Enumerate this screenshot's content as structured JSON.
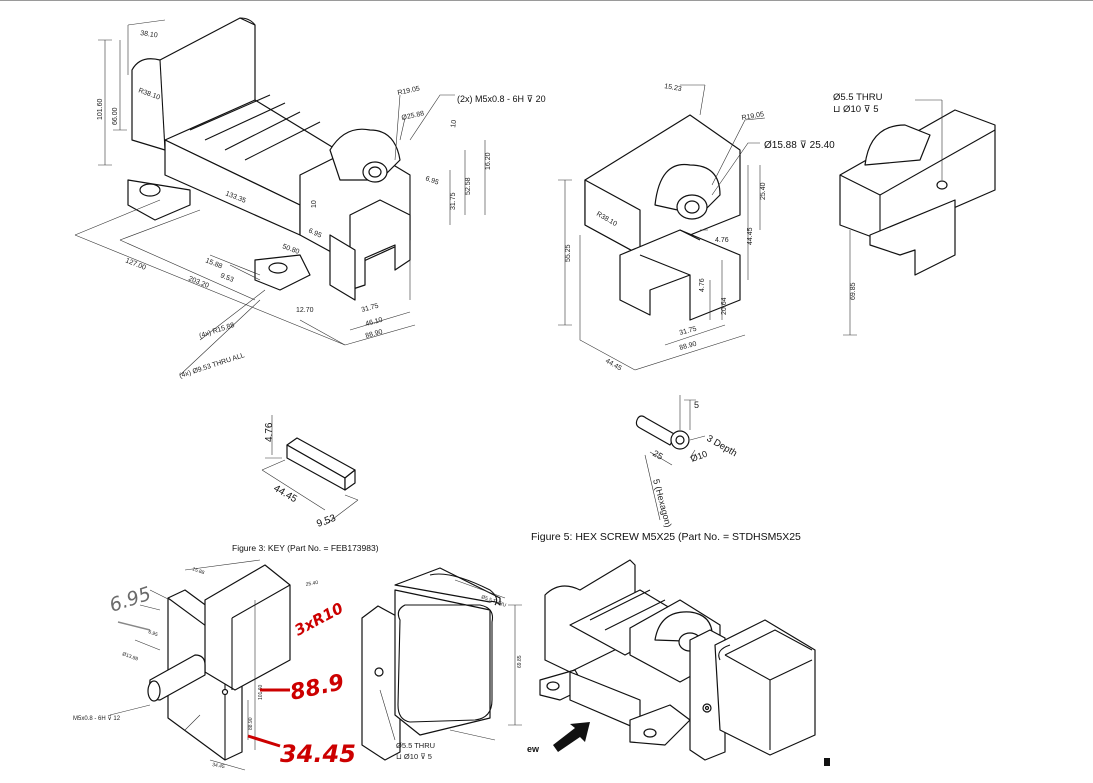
{
  "figure5_caption": "Figure 5: HEX SCREW M5X25 (Part No. = STDHSM5X25",
  "figure3_caption": "Figure 3: KEY (Part No. = FEB173983)",
  "base": {
    "dims": [
      "38.10",
      "101.60",
      "66.00",
      "R38.10",
      "R19.05",
      "Ø25.88",
      "10",
      "16.20",
      "52.58",
      "6.95",
      "31.75",
      "133.35",
      "10",
      "6.95",
      "50.80",
      "15.88",
      "9.53",
      "127.00",
      "203.20",
      "12.70",
      "31.75",
      "46.10",
      "88.90",
      "(4x) R15.88",
      "(4x) Ø9.53 THRU ALL"
    ],
    "callout": "(2x) M5x0.8 - 6H ⊽ 20"
  },
  "jaw": {
    "dims": [
      "15.23",
      "R19.05",
      "Ø15.88 ⊽ 25.40",
      "R38.10",
      "55.25",
      "25.40",
      "44.45",
      "4.76",
      "4.76",
      "31.75",
      "20.64",
      "88.90",
      "44.45"
    ]
  },
  "jaw2": {
    "callout_line1": "Ø5.5 THRU",
    "callout_line2": "⊔ Ø10 ⊽ 5",
    "dims": [
      "69.85"
    ]
  },
  "key": {
    "dims": [
      "4.76",
      "44.45",
      "9.53"
    ]
  },
  "screw": {
    "dims": [
      "5",
      "3 Depth",
      "25",
      "Ø10",
      "5 (Hexagon)"
    ]
  },
  "bottom": {
    "small_dims": [
      "15.88",
      "6.95",
      "Ø13.88",
      "M5x0.8 - 6H ⊽ 12",
      "101.60",
      "88.90",
      "34.45",
      "25.40",
      "Ø5.5 THRU",
      "⊔ Ø10 ⊽ 5",
      "69.85"
    ],
    "view_text": "ew"
  },
  "handwritten": {
    "pencil": "6.95",
    "red1": "3xR10",
    "red2": "88.9",
    "red3": "34.45"
  }
}
